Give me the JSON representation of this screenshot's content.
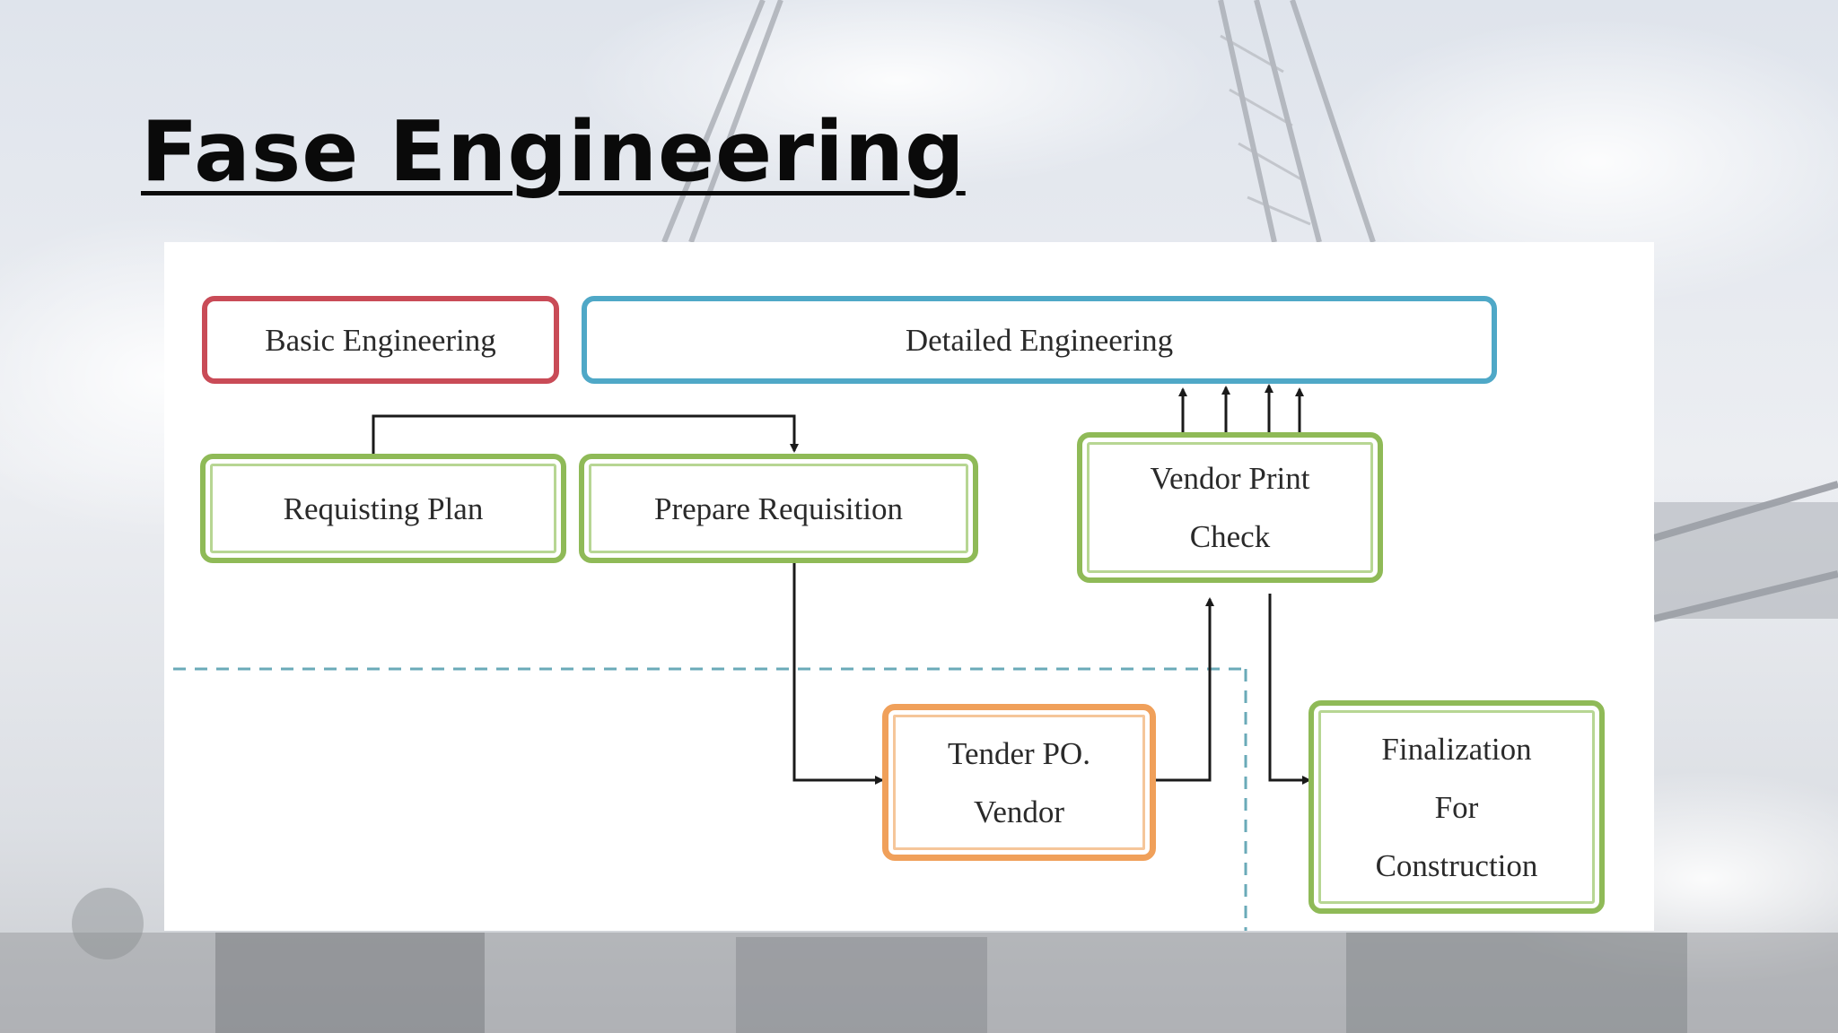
{
  "slide": {
    "title": "Fase Engineering"
  },
  "diagram": {
    "nodes": {
      "basic_engineering": "Basic Engineering",
      "detailed_engineering": "Detailed Engineering",
      "requisting_plan": "Requisting Plan",
      "prepare_requisition": "Prepare Requisition",
      "vendor_print_check": "Vendor Print\nCheck",
      "tender_po_vendor": "Tender PO.\nVendor",
      "finalization": "Finalization\nFor\nConstruction"
    },
    "colors": {
      "basic_border": "#c94b57",
      "detailed_border": "#4fa8c7",
      "green_border": "#8fba57",
      "orange_border": "#f0a05a",
      "dashed_line": "#6aaab8",
      "arrow": "#1a1a1a"
    }
  }
}
